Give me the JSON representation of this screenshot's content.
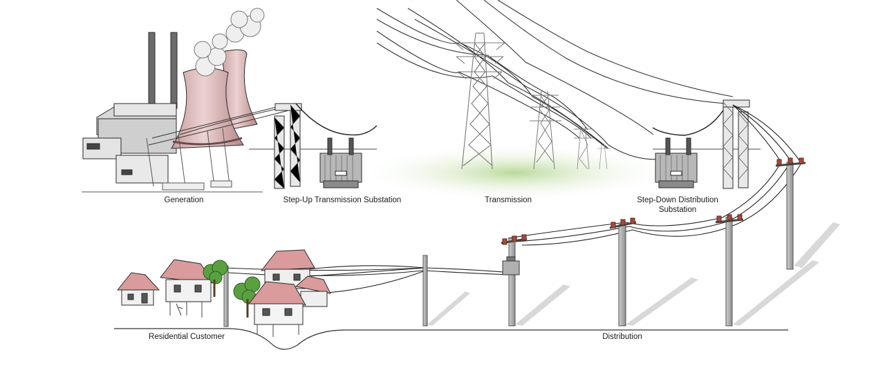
{
  "labels": {
    "generation": "Generation",
    "step_up": "Step-Up Transmission Substation",
    "transmission": "Transmission",
    "step_down": "Step-Down Distribution Substation",
    "distribution": "Distribution",
    "residential": "Residential Customer"
  },
  "colors": {
    "sky_glow": "#f6f3a6",
    "grass": "#bfdca0",
    "tower_steel": "#8a8a8a",
    "cooling_tower": "#dcb6b6",
    "roof": "#d99b9b",
    "tree": "#5aa040",
    "insulator": "#a24a3a",
    "pole": "#9c9c9c",
    "outline": "#2a2a2a"
  }
}
